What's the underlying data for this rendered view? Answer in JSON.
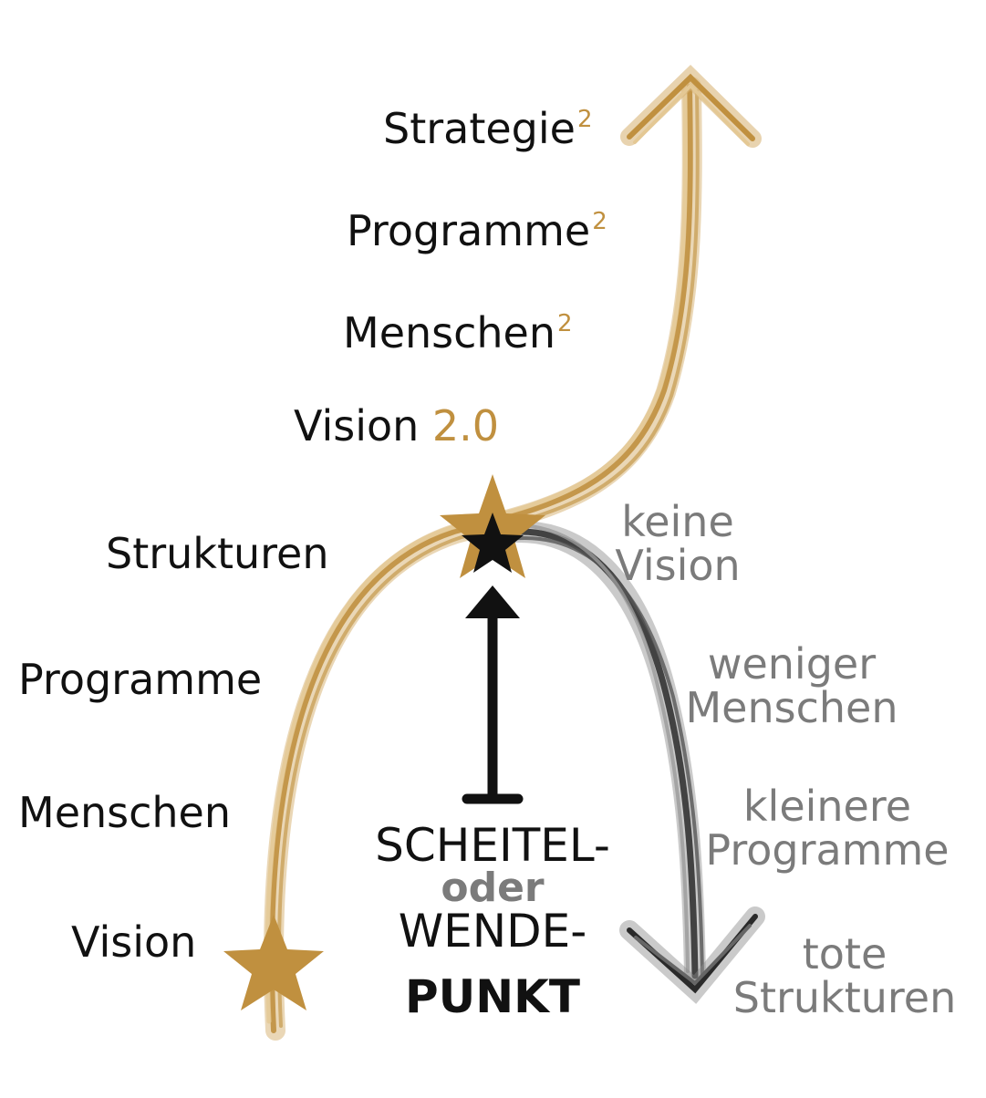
{
  "colors": {
    "gold": "#c0903f",
    "black": "#111111",
    "grey": "#7b7b7b",
    "background": "#ffffff"
  },
  "rising_path": {
    "strategie": {
      "label": "Strategie",
      "mark": "2"
    },
    "programme": {
      "label": "Programme",
      "mark": "2"
    },
    "menschen": {
      "label": "Menschen",
      "mark": "2"
    },
    "vision": {
      "label": "Vision",
      "mark": "2.0"
    }
  },
  "first_cycle": {
    "strukturen": "Strukturen",
    "programme": "Programme",
    "menschen": "Menschen",
    "vision": "Vision"
  },
  "declining_path": {
    "keine": "keine",
    "keine_vision": "Vision",
    "weniger": "weniger",
    "weniger_menschen": "Menschen",
    "kleinere": "kleinere",
    "kleinere_programme": "Programme",
    "tote": "tote",
    "tote_strukturen": "Strukturen"
  },
  "center": {
    "line1": "SCHEITEL-",
    "line2": "oder",
    "line3": "WENDE-",
    "line4": "PUNKT"
  },
  "icons": {
    "start": "star-icon",
    "peak": "star-icon",
    "up_arrow": "arrow-up-icon",
    "down_arrow": "arrow-down-icon"
  }
}
